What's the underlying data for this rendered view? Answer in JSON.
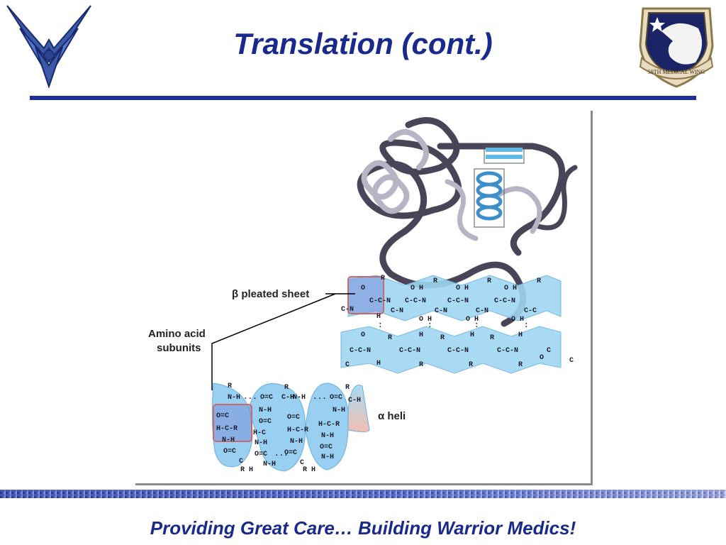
{
  "slide": {
    "title": "Translation (cont.)",
    "tagline": "Providing Great Care… Building Warrior Medics!"
  },
  "logos": {
    "left": "air-force-wings-logo",
    "right_text": "59TH MEDICAL WING"
  },
  "figure": {
    "label_beta": "β pleated sheet",
    "label_amino_line1": "Amino acid",
    "label_amino_line2": "subunits",
    "label_alpha": "α heli",
    "colors": {
      "ribbon_dark": "#4a4458",
      "ribbon_light": "#b8b4c6",
      "highlight_blue": "#63b9e6",
      "highlight_red": "#c86a6a"
    }
  }
}
